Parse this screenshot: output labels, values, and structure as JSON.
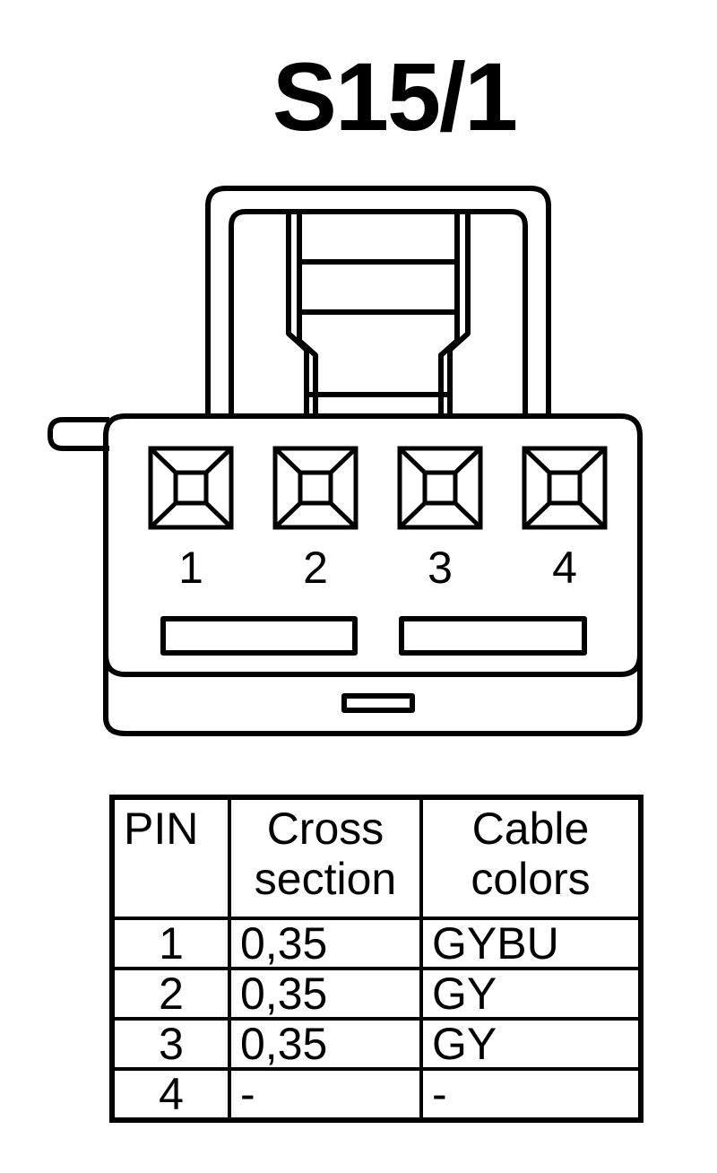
{
  "title": "S15/1",
  "pins": [
    "1",
    "2",
    "3",
    "4"
  ],
  "table": {
    "headers": {
      "pin": "PIN",
      "cross_line1": "Cross",
      "cross_line2": "section",
      "colors_line1": "Cable",
      "colors_line2": "colors"
    },
    "rows": [
      {
        "pin": "1",
        "cross": "0,35",
        "color": "GYBU"
      },
      {
        "pin": "2",
        "cross": "0,35",
        "color": "GY"
      },
      {
        "pin": "3",
        "cross": "0,35",
        "color": "GY"
      },
      {
        "pin": "4",
        "cross": "-",
        "color": "-"
      }
    ]
  }
}
